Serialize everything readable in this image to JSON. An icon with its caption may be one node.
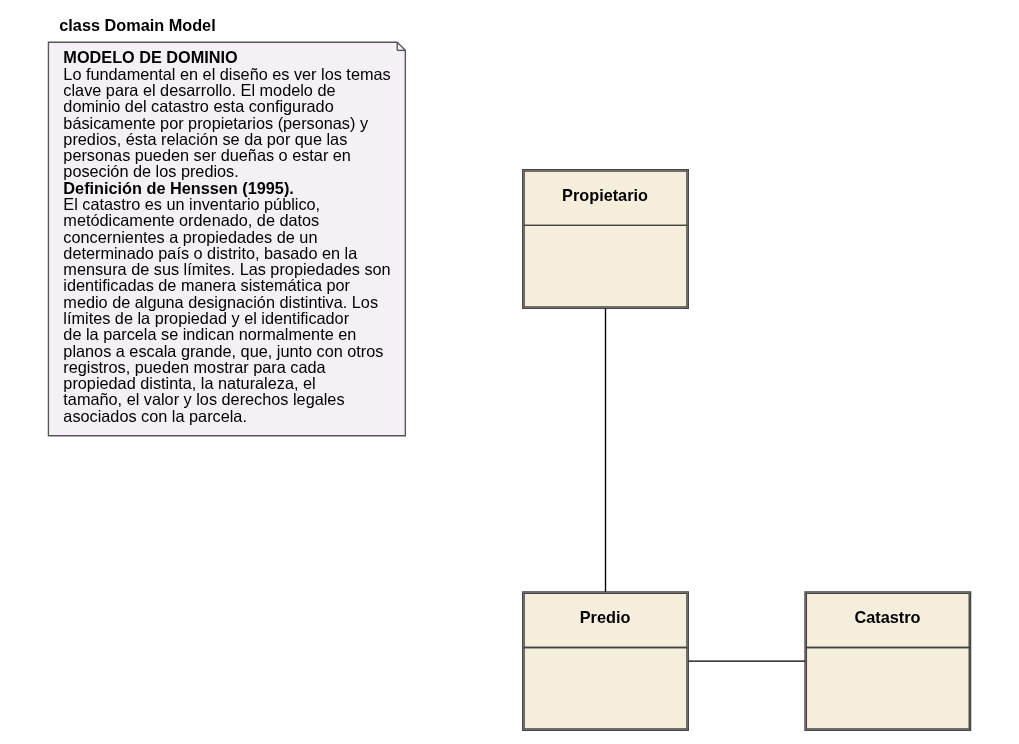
{
  "diagram": {
    "title": "class Domain Model",
    "nodes": [
      {
        "text": [
          "MODELO DE DOMINIO",
          "Lo fundamental en el diseño es ver los temas clave para el desarrollo. El modelo de dominio del catastro esta configurado básicamente por propietarios (personas) y predios, ésta relación se da por que las personas pueden ser dueñas o estar en poseción de los predios.",
          "Definición de Henssen (1995).",
          "El catastro es un inventario público, metódicamente ordenado, de datos concernientes a propiedades de un determinado país o distrito, basado en la mensura de sus límites. Las propiedades son identificadas de manera sistemática por medio de alguna designación distintiva. Los límites de la propiedad y el identificador de la parcela se indican normalmente en planos a escala grande, que, junto con otros registros, pueden mostrar para cada propiedad distinta, la naturaleza, el tamaño, el valor y los derechos legales asociados con la parcela."
        ]
      },
      {
        "text": [
          "Propietario"
        ]
      },
      {
        "text": [
          "Predio"
        ]
      },
      {
        "text": [
          "Catastro"
        ]
      }
    ],
    "edges": [
      {
        "from": 1,
        "to": 2,
        "arrow": "none"
      },
      {
        "from": 2,
        "to": 3,
        "arrow": "none"
      }
    ]
  }
}
